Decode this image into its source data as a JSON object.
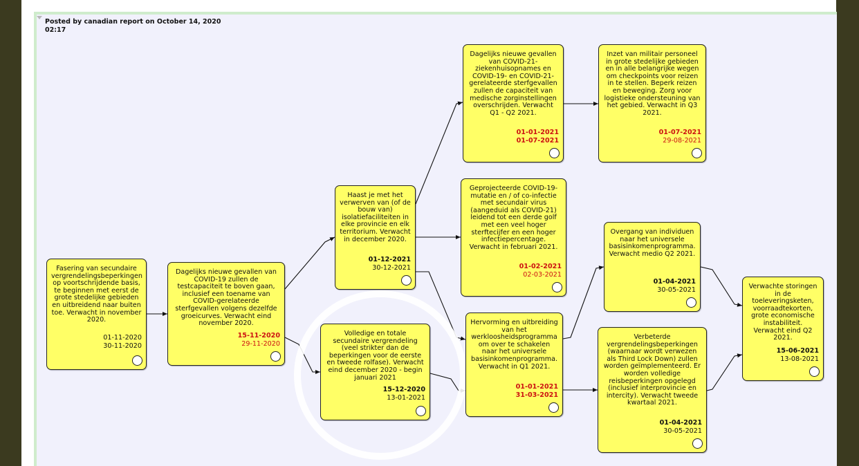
{
  "header": {
    "posted_text": "Posted by canadian report on October 14, 2020 02:17"
  },
  "nodes": [
    {
      "id": "n1",
      "text": "Fasering van secundaire vergrendelingsbeperkingen op voortschrijdende basis, te beginnen met eerst de grote stedelijke gebieden en uitbreidend naar buiten toe. Verwacht in november 2020.",
      "date1": "01-11-2020",
      "date2": "30-11-2020",
      "style1": "plain",
      "style2": "plain"
    },
    {
      "id": "n2",
      "text": "Dagelijks nieuwe gevallen van COVID-19 zullen de testcapaciteit te boven gaan, inclusief een toename van COVID-gerelateerde sterfgevallen volgens dezelfde groeicurves. Verwacht eind november 2020.",
      "date1": "15-11-2020",
      "date2": "29-11-2020",
      "style1": "redbold",
      "style2": "red"
    },
    {
      "id": "n3",
      "text": "Haast je met het verwerven van (of de bouw van) isolatiefaciliteiten in elke provincie en elk territorium. Verwacht in december 2020.",
      "date1": "01-12-2021",
      "date2": "30-12-2021",
      "style1": "bold",
      "style2": "plain"
    },
    {
      "id": "n4",
      "text": "Volledige en totale secundaire vergrendeling (veel strikter dan de beperkingen voor de eerste en tweede rolfase). Verwacht eind december 2020 - begin januari 2021",
      "date1": "15-12-2020",
      "date2": "13-01-2021",
      "style1": "bold",
      "style2": "plain"
    },
    {
      "id": "n5",
      "text": "Dagelijks nieuwe gevallen van COVID-21-ziekenhuisopnames en COVID-19- en COVID-21-gerelateerde sterfgevallen zullen de capaciteit van medische zorginstellingen overschrijden. Verwacht Q1 - Q2 2021.",
      "date1": "01-01-2021",
      "date2": "01-07-2021",
      "style1": "redbold",
      "style2": "redbold"
    },
    {
      "id": "n6",
      "text": "Geprojecteerde COVID-19-mutatie en / of co-infectie met secundair virus (aangeduid als COVID-21) leidend tot een derde golf met een veel hoger sterftecijfer en een hoger infectiepercentage. Verwacht in februari 2021.",
      "date1": "01-02-2021",
      "date2": "02-03-2021",
      "style1": "redbold",
      "style2": "red"
    },
    {
      "id": "n7",
      "text": "Hervorming en uitbreiding van het werkloosheidsprogramma om over te schakelen naar het universele basisinkomenprogramma. Verwacht in Q1 2021.",
      "date1": "01-01-2021",
      "date2": "31-03-2021",
      "style1": "redbold",
      "style2": "redbold"
    },
    {
      "id": "n8",
      "text": "Inzet van militair personeel in grote stedelijke gebieden en in alle belangrijke wegen om checkpoints voor reizen in te stellen. Beperk reizen en beweging. Zorg voor logistieke ondersteuning van het gebied. Verwacht in Q3 2021.",
      "date1": "01-07-2021",
      "date2": "29-08-2021",
      "style1": "redbold",
      "style2": "red"
    },
    {
      "id": "n9",
      "text": "Overgang van individuen naar het universele basisinkomenprogramma. Verwacht medio Q2 2021.",
      "date1": "01-04-2021",
      "date2": "30-05-2021",
      "style1": "bold",
      "style2": "plain"
    },
    {
      "id": "n10",
      "text": "Verbeterde vergrendelingsbeperkingen (waarnaar wordt verwezen als Third Lock Down) zullen worden geïmplementeerd. Er worden volledige reisbeperkingen opgelegd (inclusief interprovincie en intercity). Verwacht tweede kwartaal 2021.",
      "date1": "01-04-2021",
      "date2": "30-05-2021",
      "style1": "bold",
      "style2": "plain"
    },
    {
      "id": "n11",
      "text": "Verwachte storingen in de toeleveringsketen, voorraadtekorten, grote economische instabiliteit. Verwacht eind Q2 2021.",
      "date1": "15-06-2021",
      "date2": "13-08-2021",
      "style1": "bold",
      "style2": "plain"
    }
  ],
  "colors": {
    "node_fill": "#ffff66",
    "date_red": "#cc1111",
    "canvas": "#f1f1fc",
    "frame_border": "#cfeccc"
  }
}
